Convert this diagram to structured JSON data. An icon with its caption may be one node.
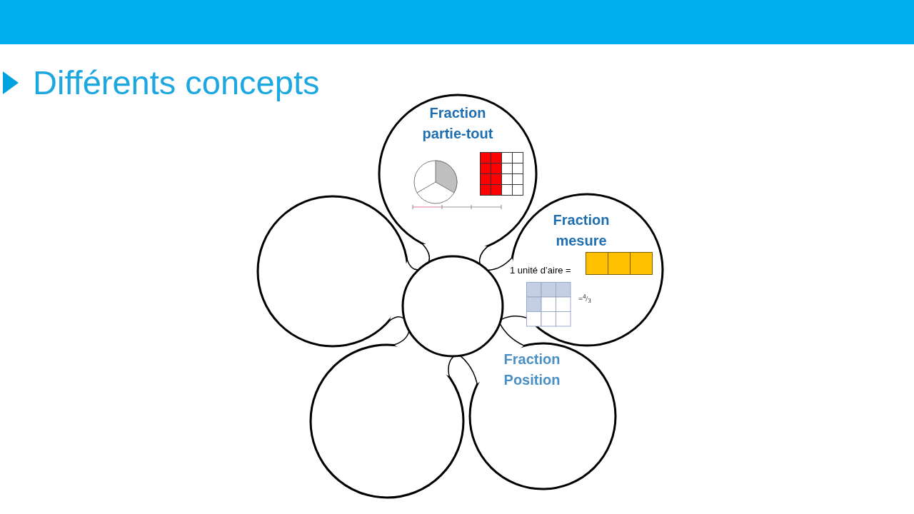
{
  "diagram": {
    "title": "Différents concepts",
    "nodes": [
      {
        "text": [
          "Fraction partie-tout"
        ]
      },
      {
        "text": [],
        "shape": "circle"
      },
      {
        "text": [
          "Fraction mesure",
          "1 unité d’aire =",
          "=$^{4}$/$_{3}$"
        ]
      },
      {
        "text": [],
        "shape": "circle"
      },
      {
        "text": [
          "Fraction Position"
        ]
      },
      {
        "text": [],
        "shape": "circle"
      }
    ]
  }
}
